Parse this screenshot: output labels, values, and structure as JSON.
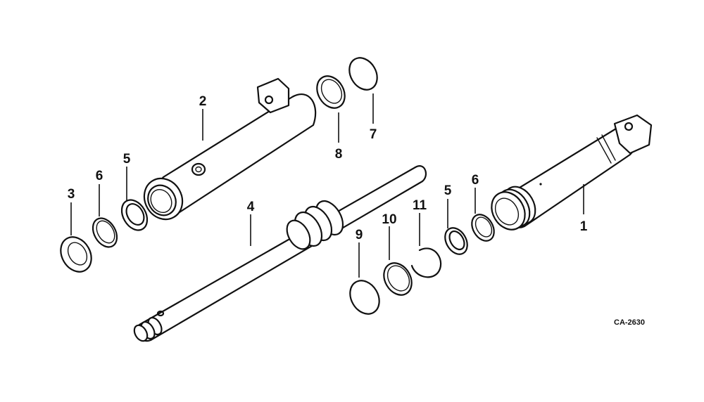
{
  "diagram": {
    "figure_code": "CA-2630",
    "callouts": [
      {
        "id": "c1",
        "text": "1"
      },
      {
        "id": "c2",
        "text": "2"
      },
      {
        "id": "c3",
        "text": "3"
      },
      {
        "id": "c4",
        "text": "4"
      },
      {
        "id": "c5a",
        "text": "5"
      },
      {
        "id": "c5b",
        "text": "5"
      },
      {
        "id": "c6a",
        "text": "6"
      },
      {
        "id": "c6b",
        "text": "6"
      },
      {
        "id": "c7",
        "text": "7"
      },
      {
        "id": "c8",
        "text": "8"
      },
      {
        "id": "c9",
        "text": "9"
      },
      {
        "id": "c10",
        "text": "10"
      },
      {
        "id": "c11",
        "text": "11"
      }
    ]
  }
}
